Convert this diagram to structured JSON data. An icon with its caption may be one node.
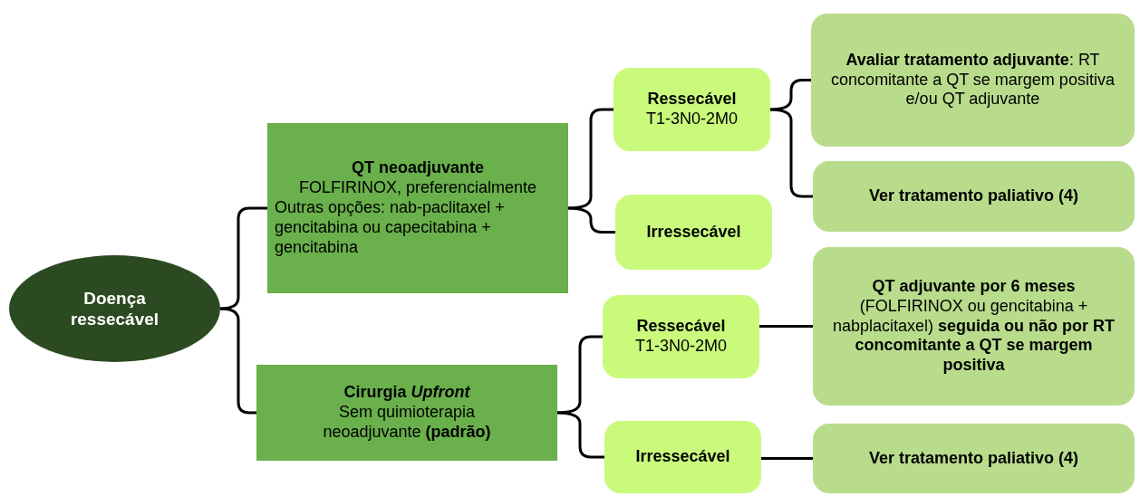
{
  "diagram": {
    "nodes": [
      {
        "text": [
          "Doença ressecável"
        ]
      },
      {
        "text": [
          "QT neoadjuvante",
          "FOLFIRINOX, preferencialmente",
          "Outras opções: nab-paclitaxel + gencitabina ou capecitabina + gencitabina"
        ]
      },
      {
        "text": [
          "Cirurgia *Upfront*",
          "Sem quimioterapia neoadjuvante **(padrão)**"
        ]
      },
      {
        "text": [
          "Ressecável",
          "T1-3N0-2M0"
        ]
      },
      {
        "text": [
          "Irressecável"
        ]
      },
      {
        "text": [
          "**Avaliar tratamento adjuvante**: RT concomitante a QT se margem positiva e/ou QT adjuvante"
        ]
      },
      {
        "text": [
          "Ver tratamento paliativo (4)"
        ]
      },
      {
        "text": [
          "Ressecável",
          "T1-3N0-2M0"
        ]
      },
      {
        "text": [
          "Irressecável"
        ]
      },
      {
        "text": [
          "**QT adjuvante por 6 meses** (FOLFIRINOX ou gencitabina + nabplacitaxel) **seguida ou não por RT concomitante a QT se margem positiva**"
        ]
      },
      {
        "text": [
          "Ver tratamento paliativo (4)"
        ]
      }
    ],
    "edges": [
      {
        "from": 0,
        "to": 1,
        "arrow": "none"
      },
      {
        "from": 0,
        "to": 2,
        "arrow": "none"
      },
      {
        "from": 1,
        "to": 3,
        "arrow": "none"
      },
      {
        "from": 1,
        "to": 4,
        "arrow": "none"
      },
      {
        "from": 3,
        "to": 5,
        "arrow": "none"
      },
      {
        "from": 3,
        "to": 6,
        "arrow": "none"
      },
      {
        "from": 2,
        "to": 7,
        "arrow": "none"
      },
      {
        "from": 2,
        "to": 8,
        "arrow": "none"
      },
      {
        "from": 7,
        "to": 9,
        "arrow": "none"
      },
      {
        "from": 8,
        "to": 10,
        "arrow": "none"
      }
    ]
  }
}
